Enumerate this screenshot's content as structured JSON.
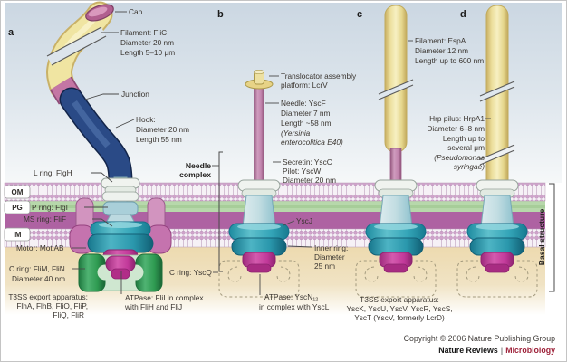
{
  "figure": {
    "panels": {
      "a": {
        "letter": "a",
        "cap_label": "Cap",
        "filament": [
          "Filament: FliC",
          "Diameter 20 nm",
          "Length 5–10 μm"
        ],
        "junction_label": "Junction",
        "hook": [
          "Hook:",
          "Diameter 20 nm",
          "Length 55 nm"
        ],
        "l_ring_label": "L ring: FlgH",
        "p_ring_label": "P ring: FlgI",
        "ms_ring_label": "MS ring: FliF",
        "motor_label": "Motor: Mot AB",
        "c_ring": [
          "C ring: FliM, FliN",
          "Diameter 40 nm"
        ],
        "export_apparatus": [
          "T3SS export apparatus:",
          "FlhA, FlhB, FliO, FliP,",
          "FliQ, FliR"
        ],
        "atpase": [
          "ATPase: FliI in complex",
          "with FliH and FliJ"
        ]
      },
      "b": {
        "letter": "b",
        "needle_complex": [
          "Needle",
          "complex"
        ],
        "translocator": [
          "Translocator assembly",
          "platform: LcrV"
        ],
        "needle": [
          "Needle: YscF",
          "Diameter 7 nm",
          "Length ~58 nm",
          "(Yersinia",
          "enterocolitica E40)"
        ],
        "secretin": [
          "Secretin: YscC",
          "Pilot: YscW",
          "Diameter 20 nm"
        ],
        "yscj_label": "YscJ",
        "inner_ring": [
          "Inner ring:",
          "Diameter",
          "25 nm"
        ],
        "c_ring_label": "C ring: YscQ",
        "atpase_name": "ATPase: YscN",
        "atpase_subscript": "12",
        "atpase_line2": "in complex with YscL"
      },
      "c": {
        "letter": "c",
        "filament": [
          "Filament: EspA",
          "Diameter 12 nm",
          "Length up to 600 nm"
        ],
        "export_apparatus": [
          "T3SS export apparatus:",
          "YscK, YscU, YscV, YscR, YscS,",
          "YscT (YscV, formerly LcrD)"
        ]
      },
      "d": {
        "letter": "d",
        "pilus": [
          "Hrp pilus: HrpA1",
          "Diameter 6–8 nm",
          "Length up to",
          "several μm",
          "(Pseudomonas",
          "syringae)"
        ]
      }
    },
    "membrane_labels": {
      "om": "OM",
      "pg": "PG",
      "im": "IM"
    },
    "basal_structure_label": "Basal structure",
    "footer": {
      "copyright": "Copyright © 2006 Nature Publishing Group",
      "journal": "Nature Reviews",
      "separator": "|",
      "journal_section": "Microbiology"
    },
    "colors": {
      "extracellular": "#cbd7e2",
      "peptidoglycan_green": "#b7d8ab",
      "periplasm_purple": "#ae62a2",
      "membrane_bead_pink": "#cfa3ca",
      "cytoplasm_tan": "#eddaaf",
      "filament_yellow": "#f0e5a2",
      "hook_navy": "#2a4a86",
      "cap_junction_pink": "#c476a4",
      "needle_mauve": "#c988b2",
      "secretin_blue": "#bcd9e0",
      "ring_teal": "#2aa0b4",
      "atpase_magenta": "#c2399a",
      "c_ring_green": "#2f9b52",
      "journal_red": "#9d2038"
    }
  }
}
